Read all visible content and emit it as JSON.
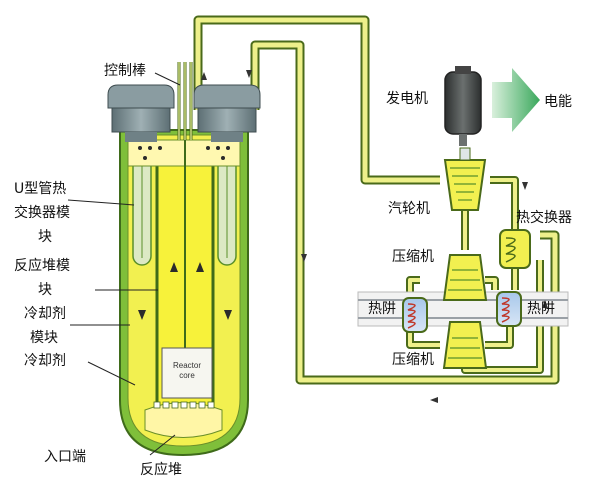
{
  "labels": {
    "control_rods": "控制棒",
    "u_tube_hx": [
      "U型管热",
      "交换器模",
      "块"
    ],
    "reactor_module": [
      "反应堆模",
      "块"
    ],
    "coolant_module": [
      "冷却剂",
      "模块"
    ],
    "coolant": "冷却剂",
    "inlet": "入口端",
    "reactor": "反应堆",
    "generator": "发电机",
    "electricity": "电能",
    "turbine": "汽轮机",
    "heat_exchanger": "热交换器",
    "compressor_top": "压缩机",
    "compressor_bottom": "压缩机",
    "heat_sink_left": "热阱",
    "heat_sink_right": "热阱",
    "reactor_core": [
      "Reactor",
      "core"
    ]
  },
  "colors": {
    "yellow_outer": "#f2f050",
    "yellow_inner": "#f7f23a",
    "green_vessel": "#8fc63f",
    "green_dark": "#5a8f2a",
    "pipe_fill": "#eef08a",
    "pipe_stroke": "#4a6a1a",
    "head_gray": "#7d8e93",
    "arrow_green": "#4db36a"
  }
}
